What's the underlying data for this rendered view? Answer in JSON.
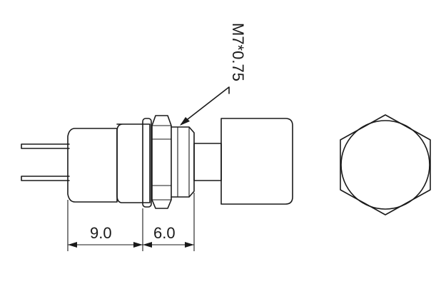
{
  "drawing": {
    "thread_label": "M7*0.75",
    "dim_body_length": "9.0",
    "dim_thread_length": "6.0"
  }
}
